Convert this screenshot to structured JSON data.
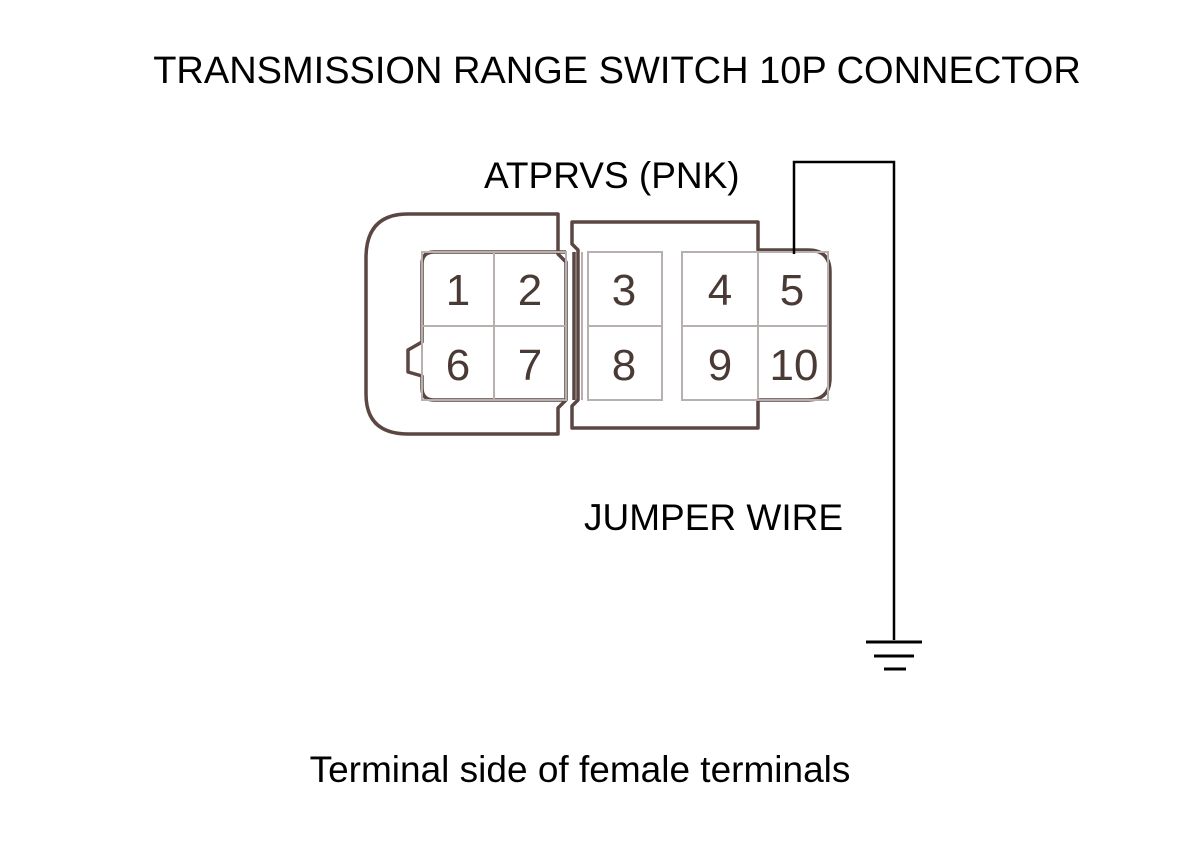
{
  "title": "TRANSMISSION RANGE SWITCH 10P CONNECTOR",
  "wire_label": "ATPRVS (PNK)",
  "jumper_label": "JUMPER WIRE",
  "caption": "Terminal side of female terminals",
  "terminals": [
    "1",
    "2",
    "3",
    "4",
    "5",
    "6",
    "7",
    "8",
    "9",
    "10"
  ],
  "colors": {
    "housing": "#5a4642",
    "terminal_grid": "#b8b0ae",
    "terminal_numbers": "#4a3a36",
    "wire": "#000000"
  },
  "icons": [
    "ground-icon"
  ]
}
